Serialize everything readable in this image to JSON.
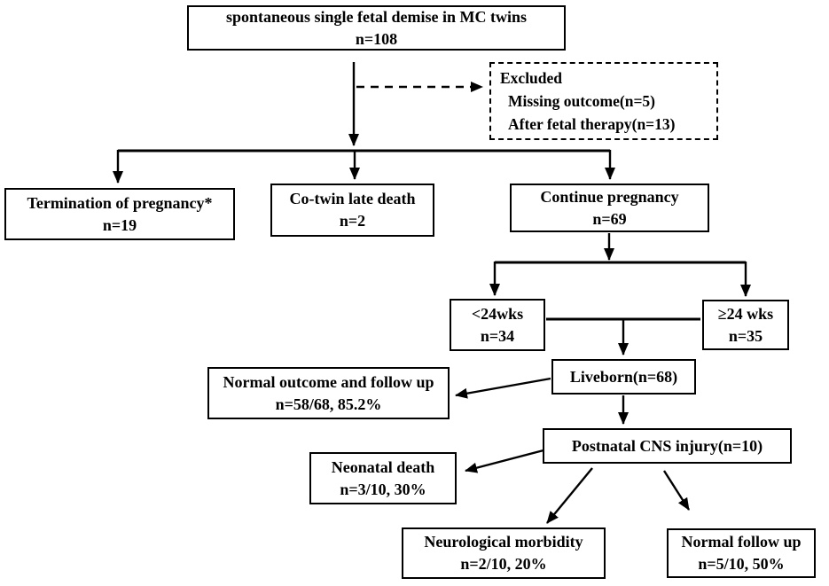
{
  "diagram": {
    "colors": {
      "background": "#ffffff",
      "border": "#000000",
      "text": "#000000",
      "line": "#000000"
    },
    "nodes": {
      "root": {
        "line1": "spontaneous single fetal demise in MC twins",
        "line2": "n=108"
      },
      "excluded": {
        "line1": "Excluded",
        "line2": "Missing outcome(n=5)",
        "line3": "After fetal therapy(n=13)"
      },
      "termination": {
        "line1": "Termination of pregnancy*",
        "line2": "n=19"
      },
      "cotwin": {
        "line1": "Co-twin late death",
        "line2": "n=2"
      },
      "continue_pregnancy": {
        "line1": "Continue pregnancy",
        "line2": "n=69"
      },
      "lt24wks": {
        "line1": "<24wks",
        "line2": "n=34"
      },
      "gte24wks": {
        "line1": "≥24 wks",
        "line2": "n=35"
      },
      "liveborn": {
        "line1": "Liveborn(n=68)"
      },
      "normal_outcome": {
        "line1": "Normal outcome and follow up",
        "line2": "n=58/68, 85.2%"
      },
      "postnatal_cns": {
        "line1": "Postnatal CNS injury(n=10)"
      },
      "neonatal_death": {
        "line1": "Neonatal death",
        "line2": "n=3/10, 30%"
      },
      "neuro_morbidity": {
        "line1": "Neurological morbidity",
        "line2": "n=2/10, 20%"
      },
      "normal_followup": {
        "line1": "Normal follow up",
        "line2": "n=5/10, 50%"
      }
    }
  }
}
